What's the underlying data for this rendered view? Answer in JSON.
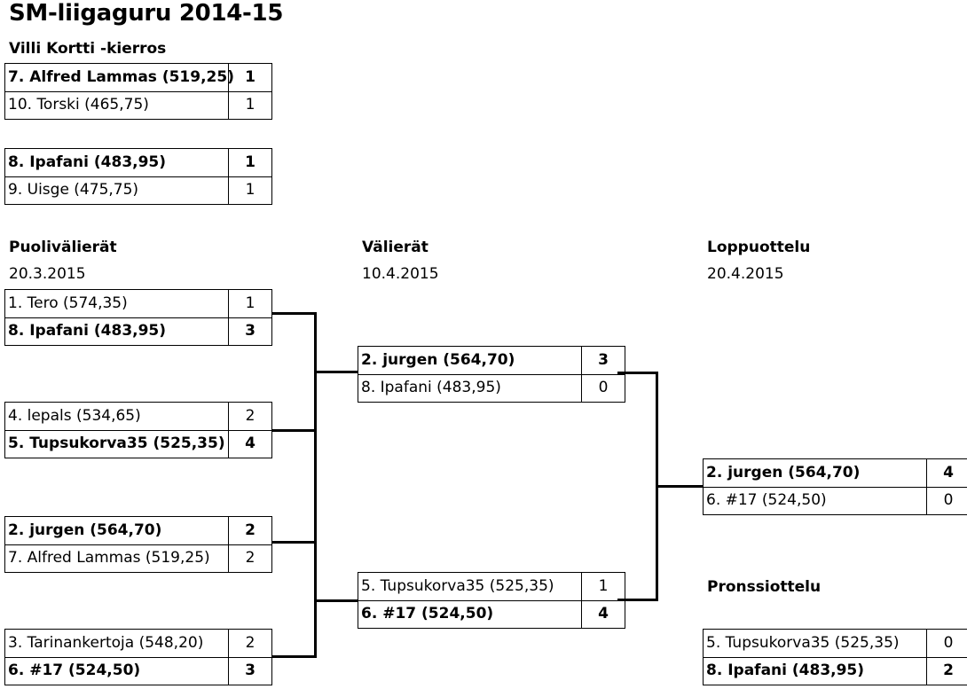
{
  "title": "SM-liigaguru 2014-15",
  "wildcard": {
    "heading": "Villi Kortti -kierros",
    "matches": [
      {
        "teams": [
          {
            "name": "7. Alfred Lammas (519,25)",
            "score": "1",
            "win": true
          },
          {
            "name": "10. Torski (465,75)",
            "score": "1",
            "win": false
          }
        ]
      },
      {
        "teams": [
          {
            "name": "8. Ipafani (483,95)",
            "score": "1",
            "win": true
          },
          {
            "name": "9. Uisge (475,75)",
            "score": "1",
            "win": false
          }
        ]
      }
    ]
  },
  "quarterfinals": {
    "heading": "Puolivälierät",
    "date": "20.3.2015",
    "matches": [
      {
        "teams": [
          {
            "name": "1. Tero (574,35)",
            "score": "1",
            "win": false
          },
          {
            "name": "8. Ipafani (483,95)",
            "score": "3",
            "win": true
          }
        ]
      },
      {
        "teams": [
          {
            "name": "4. lepals (534,65)",
            "score": "2",
            "win": false
          },
          {
            "name": "5. Tupsukorva35 (525,35)",
            "score": "4",
            "win": true
          }
        ]
      },
      {
        "teams": [
          {
            "name": "2. jurgen (564,70)",
            "score": "2",
            "win": true
          },
          {
            "name": "7. Alfred Lammas (519,25)",
            "score": "2",
            "win": false
          }
        ]
      },
      {
        "teams": [
          {
            "name": "3. Tarinankertoja (548,20)",
            "score": "2",
            "win": false
          },
          {
            "name": "6. #17 (524,50)",
            "score": "3",
            "win": true
          }
        ]
      }
    ]
  },
  "semifinals": {
    "heading": "Välierät",
    "date": "10.4.2015",
    "matches": [
      {
        "teams": [
          {
            "name": "2. jurgen (564,70)",
            "score": "3",
            "win": true
          },
          {
            "name": "8. Ipafani (483,95)",
            "score": "0",
            "win": false
          }
        ]
      },
      {
        "teams": [
          {
            "name": "5. Tupsukorva35 (525,35)",
            "score": "1",
            "win": false
          },
          {
            "name": "6. #17 (524,50)",
            "score": "4",
            "win": true
          }
        ]
      }
    ]
  },
  "final": {
    "heading": "Loppuottelu",
    "date": "20.4.2015",
    "matches": [
      {
        "teams": [
          {
            "name": "2. jurgen (564,70)",
            "score": "4",
            "win": true
          },
          {
            "name": "6. #17 (524,50)",
            "score": "0",
            "win": false
          }
        ]
      }
    ]
  },
  "bronze": {
    "heading": "Pronssiottelu",
    "matches": [
      {
        "teams": [
          {
            "name": "5. Tupsukorva35 (525,35)",
            "score": "0",
            "win": false
          },
          {
            "name": "8. Ipafani (483,95)",
            "score": "2",
            "win": true
          }
        ]
      }
    ]
  }
}
